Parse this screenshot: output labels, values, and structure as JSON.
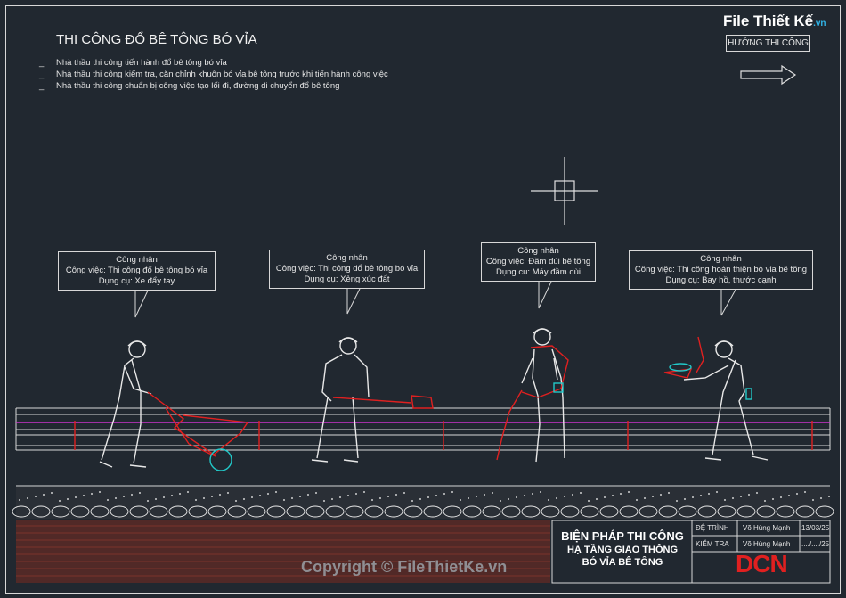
{
  "header": {
    "title": "THI CÔNG ĐỔ BÊ TÔNG BÓ VỈA",
    "notes": [
      "Nhà thầu thi công tiến hành đổ bê tông bó vỉa",
      "Nhà thầu thi công kiểm tra, căn chỉnh khuôn bó vỉa bê tông trước khi tiến hành công việc",
      "Nhà thầu thi công chuẩn bị công việc tạo lối đi, đường di chuyển đổ bê tông"
    ]
  },
  "logo": {
    "brand": "File Thiết Kế",
    "suffix": ".vn"
  },
  "direction": {
    "label": "HƯỚNG THI CÔNG"
  },
  "callouts": [
    {
      "line1": "Công nhân",
      "line2": "Công việc: Thi công đổ bê tông bó vỉa",
      "line3": "Dụng cụ: Xe đẩy tay"
    },
    {
      "line1": "Công nhân",
      "line2": "Công việc: Thi công đổ bê tông bó vỉa",
      "line3": "Dụng cụ: Xẻng xúc đất"
    },
    {
      "line1": "Công nhân",
      "line2": "Công việc: Đầm dùi bê tông",
      "line3": "Dụng cụ: Máy đầm dùi"
    },
    {
      "line1": "Công nhân",
      "line2": "Công việc: Thi công hoàn thiện bó vỉa bê tông",
      "line3": "Dụng cụ: Bay hồ, thước cạnh"
    }
  ],
  "title_block": {
    "line1": "BIỆN PHÁP THI CÔNG",
    "line2": "HẠ TẦNG GIAO THÔNG",
    "line3": "BÓ VỈA BÊ TÔNG",
    "rows": [
      {
        "role": "ĐỆ TRÌNH",
        "name": "Võ Hùng Mạnh",
        "date": "13/03/25"
      },
      {
        "role": "KIỂM TRA",
        "name": "Võ Hùng Mạnh",
        "date": "..../..../25"
      }
    ],
    "company_logo": "DCN"
  },
  "watermark": "Copyright © FileThietKe.vn",
  "colors": {
    "background": "#212830",
    "line": "#d8d8d8",
    "magenta": "#cc33cc",
    "red": "#e02020",
    "cyan": "#22c8c8"
  }
}
